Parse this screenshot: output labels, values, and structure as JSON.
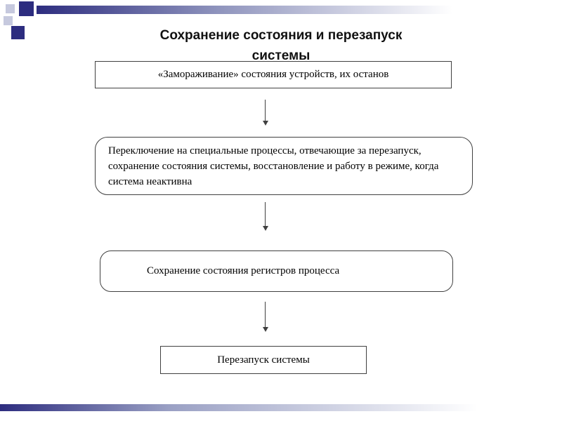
{
  "title": {
    "line1": "Сохранение состояния и перезапуск",
    "line2": "системы"
  },
  "steps": [
    {
      "shape": "rectangle",
      "text": "«Замораживание» состояния устройств, их останов"
    },
    {
      "shape": "rounded",
      "text": "Переключение на специальные процессы, отвечающие за перезапуск, сохранение состояния системы, восстановление и работу в режиме, когда система неактивна"
    },
    {
      "shape": "rounded",
      "text": "Сохранение состояния регистров процесса"
    },
    {
      "shape": "rectangle",
      "text": "Перезапуск системы"
    }
  ],
  "colors": {
    "accent_dark": "#2d2d7f",
    "accent_light": "#c6c9de",
    "box_border": "#404040",
    "text": "#000000",
    "background": "#ffffff"
  }
}
